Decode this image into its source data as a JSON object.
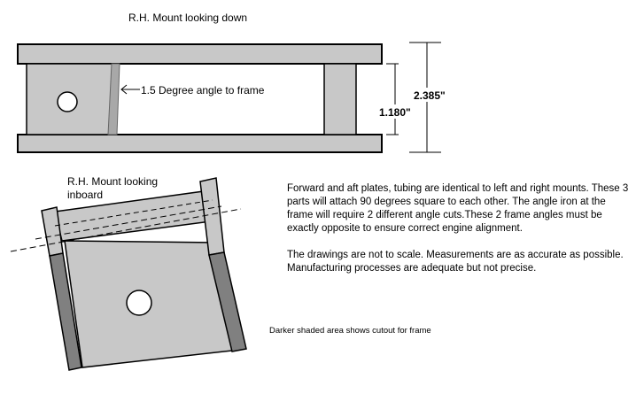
{
  "top_view": {
    "title": "R.H. Mount looking down",
    "angle_label": "1.5  Degree angle to frame",
    "dim_inner": "1.180\"",
    "dim_outer": "2.385\""
  },
  "inboard_view": {
    "title": "R.H. Mount looking inboard"
  },
  "notes": {
    "paragraph_1": "Forward and aft plates, tubing are identical to left and right mounts. These 3 parts will attach 90 degrees square to each other. The angle iron at the frame will require 2 different angle cuts.These 2 frame angles must be exactly opposite to ensure correct engine alignment.",
    "paragraph_2": "The drawings are not to scale. Measurements are as accurate as possible. Manufacturing processes are adequate but not precise."
  },
  "cutout_note": "Darker shaded area shows cutout for frame",
  "colors": {
    "part_fill": "#c8c8c8",
    "cutout_fill": "#808080",
    "line": "#000000",
    "background": "#ffffff"
  }
}
